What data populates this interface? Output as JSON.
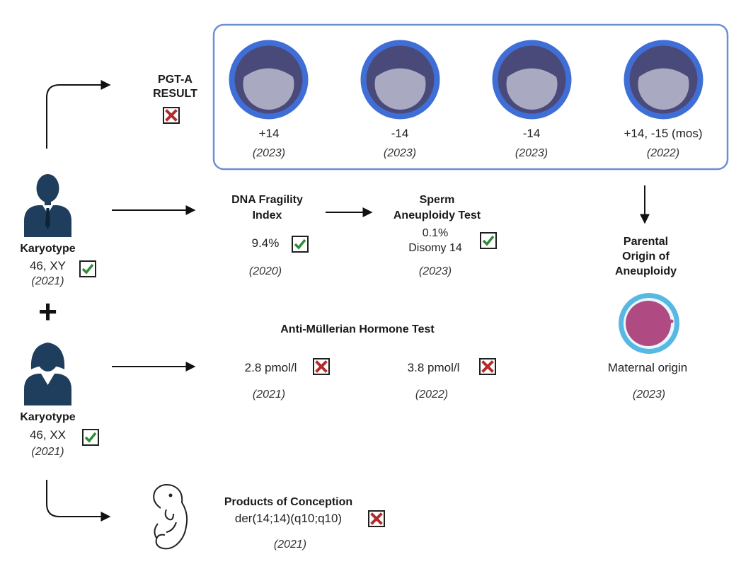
{
  "colors": {
    "check": "#2e8b3a",
    "cross": "#b52a2a",
    "person": "#1f3d5c",
    "embryo_outer": "#3f6fd6",
    "embryo_cells": "#4a4a7a",
    "embryo_cavity": "#a9a9c2",
    "panel_border": "#6e8fd4",
    "oocyte_ring": "#58b8e4",
    "oocyte_fill": "#b04a82"
  },
  "icons": {
    "male": "person-male-icon",
    "female": "person-female-icon",
    "fetus": "fetus-icon",
    "embryo": "blastocyst-icon",
    "oocyte": "oocyte-icon",
    "check": "check-icon",
    "cross": "cross-icon"
  },
  "pgta": {
    "title_line1": "PGT-A",
    "title_line2": "RESULT",
    "result": "cross",
    "embryos": [
      {
        "result": "+14",
        "year": "(2023)"
      },
      {
        "result": "-14",
        "year": "(2023)"
      },
      {
        "result": "-14",
        "year": "(2023)"
      },
      {
        "result": "+14, -15 (mos)",
        "year": "(2022)"
      }
    ]
  },
  "male": {
    "label": "Karyotype",
    "value": "46, XY",
    "year": "(2021)",
    "status": "check"
  },
  "plus_sign": "+",
  "female": {
    "label": "Karyotype",
    "value": "46, XX",
    "year": "(2021)",
    "status": "check"
  },
  "dna_fragility": {
    "title_line1": "DNA Fragility",
    "title_line2": "Index",
    "value": "9.4%",
    "year": "(2020)",
    "status": "check"
  },
  "sperm_test": {
    "title_line1": "Sperm",
    "title_line2": "Aneuploidy Test",
    "value_line1": "0.1%",
    "value_line2": "Disomy 14",
    "year": "(2023)",
    "status": "check"
  },
  "amh": {
    "title": "Anti-Müllerian Hormone Test",
    "results": [
      {
        "value": "2.8 pmol/l",
        "year": "(2021)",
        "status": "cross"
      },
      {
        "value": "3.8 pmol/l",
        "year": "(2022)",
        "status": "cross"
      }
    ]
  },
  "parental_origin": {
    "title_line1": "Parental",
    "title_line2": "Origin of",
    "title_line3": "Aneuploidy",
    "result": "Maternal origin",
    "year": "(2023)"
  },
  "poc": {
    "title": "Products of Conception",
    "value": "der(14;14)(q10;q10)",
    "year": "(2021)",
    "status": "cross"
  }
}
